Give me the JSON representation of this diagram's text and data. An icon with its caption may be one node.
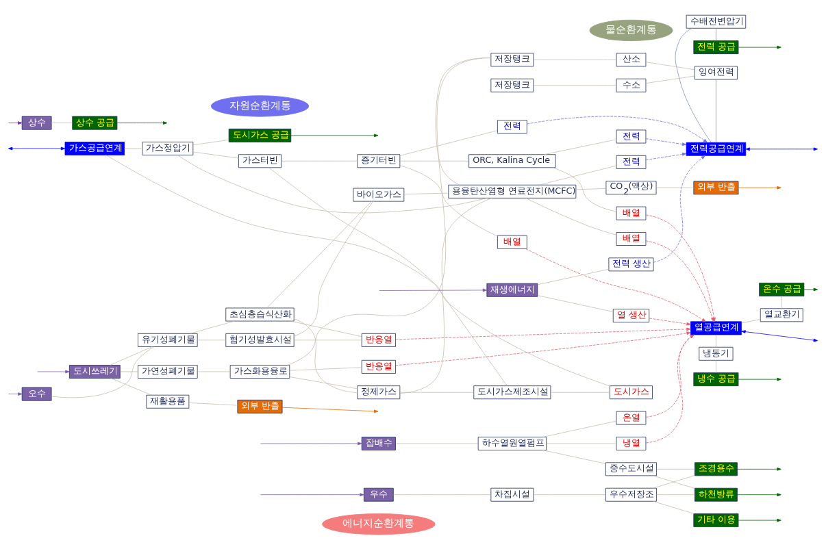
{
  "diagram": {
    "nodes": [
      {
        "text": [
          "에너지순환계통"
        ]
      },
      {
        "text": [
          "전력 공급"
        ]
      },
      {
        "text": [
          "가스공급연계"
        ]
      },
      {
        "text": [
          "가스정압기"
        ]
      },
      {
        "text": [
          "도시가스 공급"
        ]
      },
      {
        "text": [
          "수배전변압기"
        ]
      },
      {
        "text": [
          "가스터빈"
        ]
      },
      {
        "text": [
          "증기터빈"
        ]
      },
      {
        "text": [
          "전력"
        ]
      },
      {
        "text": [
          "배열"
        ]
      },
      {
        "text": [
          "전력공급연계"
        ]
      },
      {
        "text": [
          "ORC, Kalina Cycle"
        ]
      },
      {
        "text": [
          "전력"
        ]
      },
      {
        "text": [
          "배열"
        ]
      },
      {
        "text": [
          "재생에너지"
        ]
      },
      {
        "text": [
          "전력 생산"
        ]
      },
      {
        "text": [
          "열 생산"
        ]
      },
      {
        "text": [
          "저장탱크"
        ]
      },
      {
        "text": [
          "산소"
        ]
      },
      {
        "text": [
          "잉여전력"
        ]
      },
      {
        "text": [
          "저장탱크"
        ]
      },
      {
        "text": [
          "수소"
        ]
      },
      {
        "text": [
          "열공급연계"
        ]
      },
      {
        "text": [
          "재활용품"
        ]
      },
      {
        "text": [
          "외부 반출"
        ]
      },
      {
        "text": [
          "가연성폐기물"
        ]
      },
      {
        "text": [
          "가스화용융로"
        ]
      },
      {
        "text": [
          "반응열"
        ]
      },
      {
        "text": [
          "냉동기"
        ]
      },
      {
        "text": [
          "열교환기"
        ]
      },
      {
        "text": [
          "정제가스"
        ]
      },
      {
        "text": [
          "도시가스제조시설"
        ]
      },
      {
        "text": [
          "도시가스"
        ]
      },
      {
        "text": [
          "도시쓰레기"
        ]
      },
      {
        "text": [
          "자원순환계통"
        ]
      },
      {
        "text": [
          "냉수 공급"
        ]
      },
      {
        "text": [
          "온수 공급"
        ]
      },
      {
        "text": [
          "전력"
        ]
      },
      {
        "text": [
          "혐기성발효시설"
        ]
      },
      {
        "text": [
          "용융탄산염형 연료전지(MCFC)"
        ]
      },
      {
        "text": [
          "배열"
        ]
      },
      {
        "text": [
          "바이오가스"
        ]
      },
      {
        "text": [
          "유기성폐기물"
        ]
      },
      {
        "text": [
          "CO$_{2}$(액상)"
        ]
      },
      {
        "text": [
          "외부 반출"
        ]
      },
      {
        "text": [
          "초심층습식산화"
        ]
      },
      {
        "text": [
          "반응열"
        ]
      },
      {
        "text": [
          "오수"
        ]
      },
      {
        "text": [
          "온열"
        ]
      },
      {
        "text": [
          "하수열원열펌프"
        ]
      },
      {
        "text": [
          "냉열"
        ]
      },
      {
        "text": [
          "잡배수"
        ]
      },
      {
        "text": [
          "조경용수"
        ]
      },
      {
        "text": [
          "물순환계통"
        ]
      },
      {
        "text": [
          "중수도시설"
        ]
      },
      {
        "text": [
          "하천방류"
        ]
      },
      {
        "text": [
          "우수"
        ]
      },
      {
        "text": [
          "차집시설"
        ]
      },
      {
        "text": [
          "우수저장조"
        ]
      },
      {
        "text": [
          "기타 이용"
        ]
      },
      {
        "text": [
          "상수 공급"
        ]
      },
      {
        "text": [
          "상수"
        ]
      }
    ],
    "edges": [
      {
        "from": null,
        "to": 14,
        "arrow": "to",
        "color": "#7b5ea7"
      },
      {
        "from": null,
        "to": 33,
        "arrow": "to",
        "color": "#7b5ea7"
      },
      {
        "from": null,
        "to": 47,
        "arrow": "to",
        "color": "#7b5ea7"
      },
      {
        "from": null,
        "to": 51,
        "arrow": "to",
        "color": "#7b5ea7"
      },
      {
        "from": null,
        "to": 56,
        "arrow": "to",
        "color": "#7b5ea7"
      },
      {
        "from": null,
        "to": 61,
        "arrow": "to",
        "color": "#7030a0"
      },
      {
        "from": null,
        "to": 2,
        "arrow": "both",
        "color": "#0000ff"
      },
      {
        "from": 1,
        "to": null,
        "arrow": "to",
        "color": "#006400"
      },
      {
        "from": 4,
        "to": null,
        "arrow": "to",
        "color": "#006400"
      },
      {
        "from": 10,
        "to": null,
        "arrow": "both",
        "color": "#0000ff"
      },
      {
        "from": 22,
        "to": null,
        "arrow": "both",
        "color": "#0000ff"
      },
      {
        "from": 24,
        "to": null,
        "arrow": "to",
        "color": "#e36c09"
      },
      {
        "from": 35,
        "to": null,
        "arrow": "to",
        "color": "#006400"
      },
      {
        "from": 36,
        "to": null,
        "arrow": "to",
        "color": "#006400"
      },
      {
        "from": 44,
        "to": null,
        "arrow": "to",
        "color": "#e36c09"
      },
      {
        "from": 52,
        "to": null,
        "arrow": "to",
        "color": "#006400"
      },
      {
        "from": 55,
        "to": null,
        "arrow": "to",
        "color": "#006400"
      },
      {
        "from": 59,
        "to": null,
        "arrow": "to",
        "color": "#006400"
      },
      {
        "from": 60,
        "to": null,
        "arrow": "to",
        "color": "#006400"
      },
      {
        "from": 2,
        "to": 3,
        "arrow": "none"
      },
      {
        "from": 3,
        "to": 4,
        "arrow": "none"
      },
      {
        "from": 3,
        "to": 6,
        "arrow": "none"
      },
      {
        "from": 6,
        "to": 7,
        "arrow": "none"
      },
      {
        "from": 7,
        "to": 8,
        "arrow": "none"
      },
      {
        "from": 7,
        "to": 9,
        "arrow": "none"
      },
      {
        "from": 7,
        "to": 11,
        "arrow": "none"
      },
      {
        "from": 11,
        "to": 12,
        "arrow": "none"
      },
      {
        "from": 11,
        "to": 13,
        "arrow": "none"
      },
      {
        "from": 1,
        "to": 5,
        "arrow": "none",
        "color": "#7f8fc0"
      },
      {
        "from": 5,
        "to": 10,
        "arrow": "none",
        "color": "#7f8fc0"
      },
      {
        "from": 10,
        "to": 19,
        "arrow": "none",
        "color": "#7f8fc0"
      },
      {
        "from": 17,
        "to": 18,
        "arrow": "none"
      },
      {
        "from": 20,
        "to": 21,
        "arrow": "none"
      },
      {
        "from": 18,
        "to": 19,
        "arrow": "none"
      },
      {
        "from": 21,
        "to": 19,
        "arrow": "none"
      },
      {
        "from": 22,
        "to": 28,
        "arrow": "none"
      },
      {
        "from": 22,
        "to": 29,
        "arrow": "none"
      },
      {
        "from": 28,
        "to": 35,
        "arrow": "none"
      },
      {
        "from": 29,
        "to": 36,
        "arrow": "none"
      },
      {
        "from": 14,
        "to": 15,
        "arrow": "none"
      },
      {
        "from": 14,
        "to": 16,
        "arrow": "none"
      },
      {
        "from": 33,
        "to": 23,
        "arrow": "none"
      },
      {
        "from": 33,
        "to": 25,
        "arrow": "none"
      },
      {
        "from": 33,
        "to": 42,
        "arrow": "none"
      },
      {
        "from": 47,
        "to": 42,
        "arrow": "none"
      },
      {
        "from": 23,
        "to": 24,
        "arrow": "none"
      },
      {
        "from": 25,
        "to": 26,
        "arrow": "none"
      },
      {
        "from": 26,
        "to": 27,
        "arrow": "none"
      },
      {
        "from": 26,
        "to": 30,
        "arrow": "none"
      },
      {
        "from": 26,
        "to": 17,
        "arrow": "none"
      },
      {
        "from": 30,
        "to": 31,
        "arrow": "none"
      },
      {
        "from": 31,
        "to": 32,
        "arrow": "none"
      },
      {
        "from": 32,
        "to": 2,
        "arrow": "none"
      },
      {
        "from": 3,
        "to": 39,
        "arrow": "none"
      },
      {
        "from": 6,
        "to": 31,
        "arrow": "none"
      },
      {
        "from": 17,
        "to": 39,
        "arrow": "none"
      },
      {
        "from": 30,
        "to": 39,
        "arrow": "none"
      },
      {
        "from": 45,
        "to": 30,
        "arrow": "none"
      },
      {
        "from": 42,
        "to": 38,
        "arrow": "none"
      },
      {
        "from": 42,
        "to": 45,
        "arrow": "none"
      },
      {
        "from": 38,
        "to": 41,
        "arrow": "none"
      },
      {
        "from": 38,
        "to": 46,
        "arrow": "none"
      },
      {
        "from": 45,
        "to": 41,
        "arrow": "none"
      },
      {
        "from": 45,
        "to": 46,
        "arrow": "none"
      },
      {
        "from": 41,
        "to": 39,
        "arrow": "none"
      },
      {
        "from": 39,
        "to": 37,
        "arrow": "none"
      },
      {
        "from": 39,
        "to": 40,
        "arrow": "none"
      },
      {
        "from": 39,
        "to": 43,
        "arrow": "none"
      },
      {
        "from": 43,
        "to": 44,
        "arrow": "none"
      },
      {
        "from": 51,
        "to": 49,
        "arrow": "none"
      },
      {
        "from": 49,
        "to": 48,
        "arrow": "none"
      },
      {
        "from": 49,
        "to": 50,
        "arrow": "none"
      },
      {
        "from": 49,
        "to": 54,
        "arrow": "none"
      },
      {
        "from": 54,
        "to": 52,
        "arrow": "none"
      },
      {
        "from": 54,
        "to": 55,
        "arrow": "none"
      },
      {
        "from": 56,
        "to": 57,
        "arrow": "none"
      },
      {
        "from": 57,
        "to": 58,
        "arrow": "none"
      },
      {
        "from": 58,
        "to": 52,
        "arrow": "none"
      },
      {
        "from": 58,
        "to": 55,
        "arrow": "none"
      },
      {
        "from": 58,
        "to": 59,
        "arrow": "none"
      },
      {
        "from": 61,
        "to": 60,
        "arrow": "none"
      },
      {
        "from": 8,
        "to": 10,
        "arrow": "to",
        "style": "dashed",
        "color": "#7070e0"
      },
      {
        "from": 12,
        "to": 10,
        "arrow": "to",
        "style": "dashed",
        "color": "#7070e0"
      },
      {
        "from": 15,
        "to": 10,
        "arrow": "to",
        "style": "dashed",
        "color": "#7070e0"
      },
      {
        "from": 37,
        "to": 10,
        "arrow": "to",
        "style": "dashed",
        "color": "#7070e0"
      },
      {
        "from": 9,
        "to": 22,
        "arrow": "to",
        "style": "dashed",
        "color": "#e06070"
      },
      {
        "from": 13,
        "to": 22,
        "arrow": "to",
        "style": "dashed",
        "color": "#e06070"
      },
      {
        "from": 16,
        "to": 22,
        "arrow": "to",
        "style": "dashed",
        "color": "#e06070"
      },
      {
        "from": 27,
        "to": 22,
        "arrow": "to",
        "style": "dashed",
        "color": "#e06070"
      },
      {
        "from": 40,
        "to": 22,
        "arrow": "to",
        "style": "dashed",
        "color": "#e06070"
      },
      {
        "from": 46,
        "to": 22,
        "arrow": "to",
        "style": "dashed",
        "color": "#e06070"
      },
      {
        "from": 48,
        "to": 22,
        "arrow": "to",
        "style": "dashed",
        "color": "#e06070"
      },
      {
        "from": 50,
        "to": 22,
        "arrow": "to",
        "style": "dashed",
        "color": "#e06070"
      }
    ]
  }
}
